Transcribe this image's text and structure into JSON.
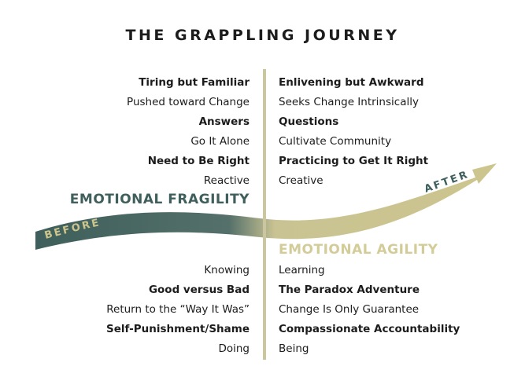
{
  "title": "THE GRAPPLING JOURNEY",
  "arrow": {
    "before_label": "BEFORE",
    "after_label": "AFTER",
    "colors": {
      "start": "#3e5f5b",
      "end": "#cdc58e"
    }
  },
  "divider_color": "#c9c6a0",
  "fragility": {
    "heading": "EMOTIONAL FRAGILITY",
    "color": "#3e5f5b",
    "top_items": [
      "Tiring but Familiar",
      "Pushed toward Change",
      "Answers",
      "Go It Alone",
      "Need to Be Right",
      "Reactive"
    ],
    "bottom_items": [
      "Knowing",
      "Good versus Bad",
      "Return to the “Way It Was”",
      "Self-Punishment/Shame",
      "Doing"
    ]
  },
  "agility": {
    "heading": "EMOTIONAL AGILITY",
    "color": "#d3cc99",
    "top_items": [
      "Enlivening but Awkward",
      "Seeks Change Intrinsically",
      "Questions",
      "Cultivate Community",
      "Practicing to Get It Right",
      "Creative"
    ],
    "bottom_items": [
      "Learning",
      "The Paradox Adventure",
      "Change Is Only Guarantee",
      "Compassionate Accountability",
      "Being"
    ]
  }
}
